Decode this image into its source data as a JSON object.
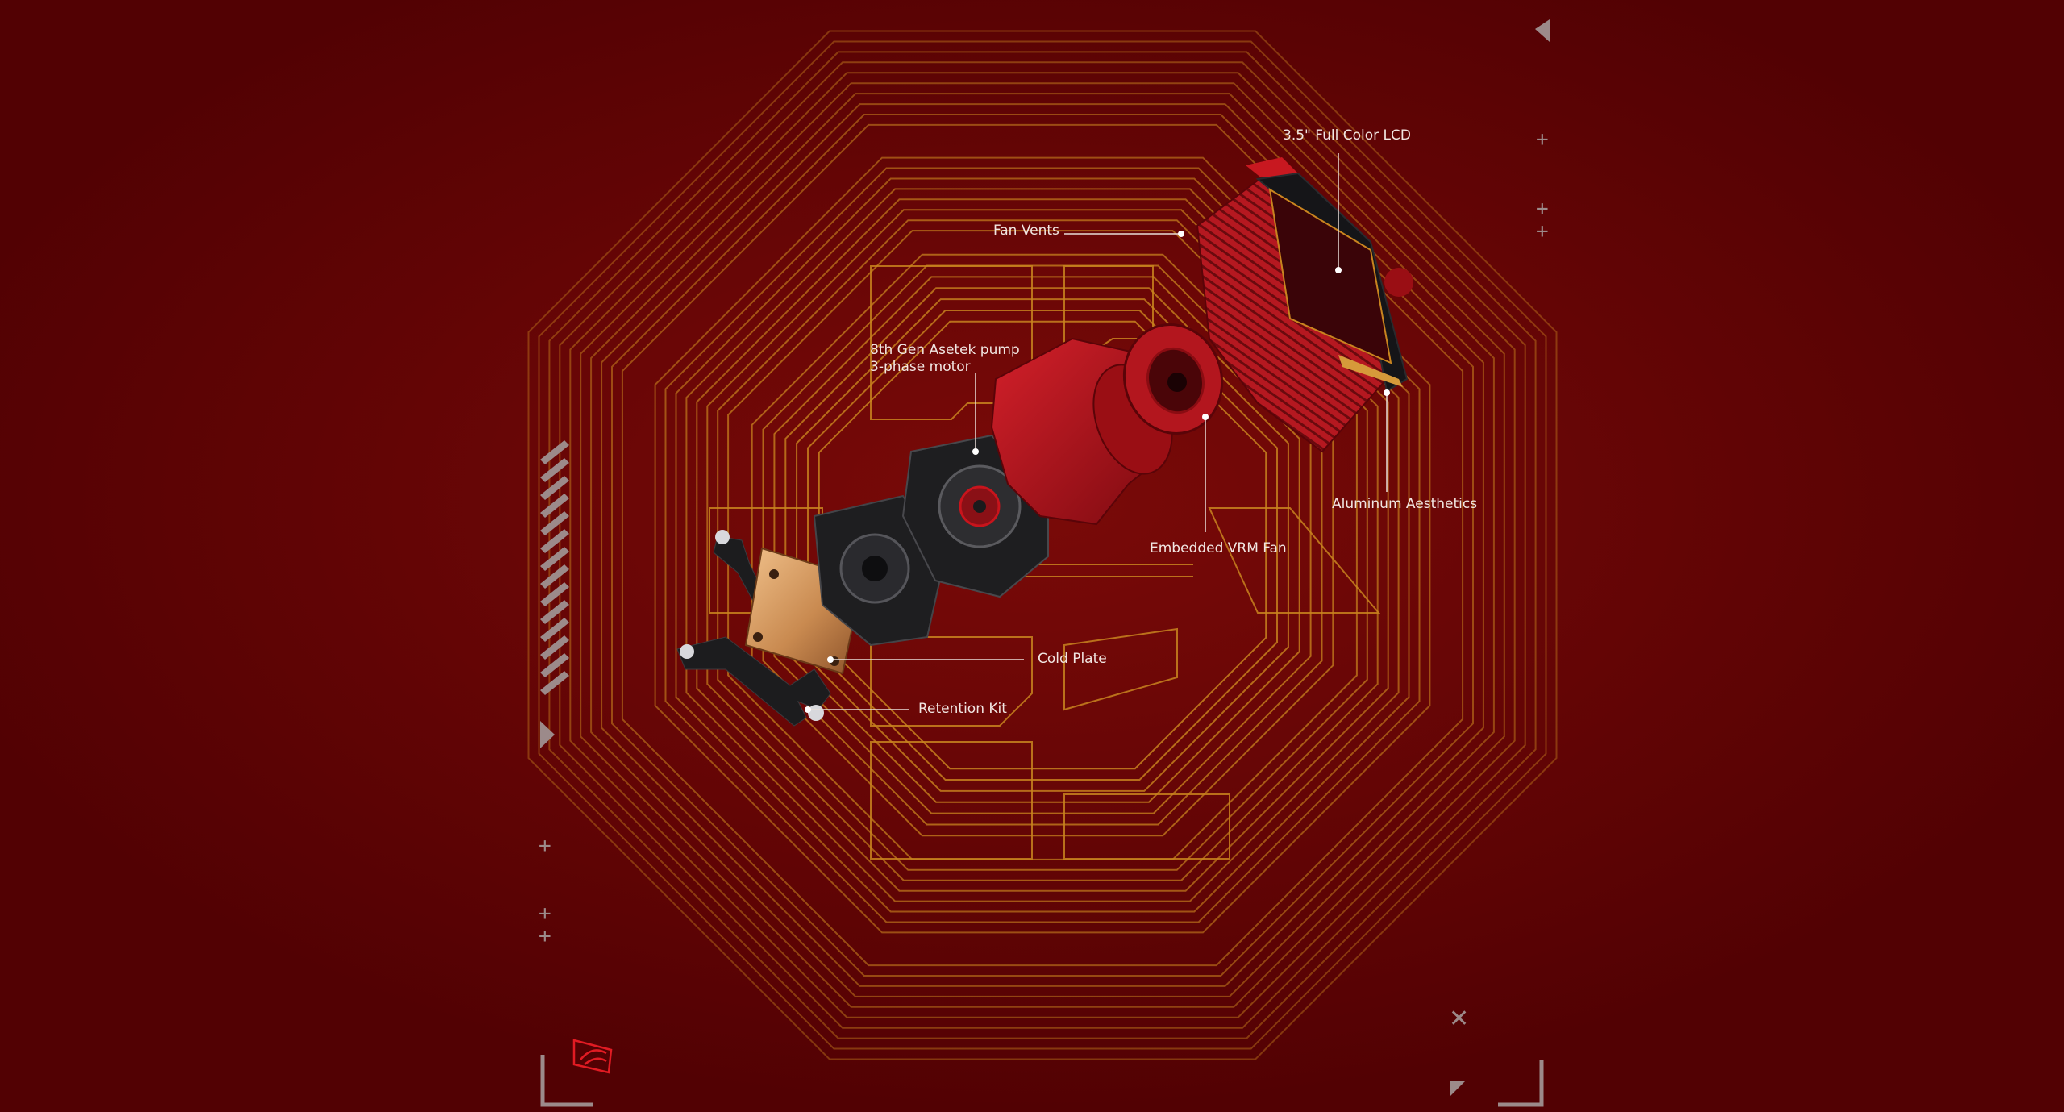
{
  "callouts": {
    "lcd": "3.5\" Full Color LCD",
    "fan_vents": "Fan Vents",
    "pump_line1": "8th Gen Asetek pump",
    "pump_line2": "3-phase motor",
    "aluminum": "Aluminum Aesthetics",
    "vrm_fan": "Embedded VRM Fan",
    "cold_plate": "Cold Plate",
    "retention": "Retention Kit"
  },
  "icons": {
    "logo": "rog-eye-logo-icon",
    "prev": "triangle-left-icon",
    "next": "triangle-right-icon",
    "plus": "plus-icon",
    "close": "close-icon",
    "corner": "corner-bracket-icon"
  },
  "colors": {
    "background": "#5a0204",
    "circuit": "#c9841f",
    "label": "#f1e6e2",
    "accent_red": "#c8141c",
    "ui_gray": "#9c8a8a",
    "copper": "#d49a62"
  }
}
